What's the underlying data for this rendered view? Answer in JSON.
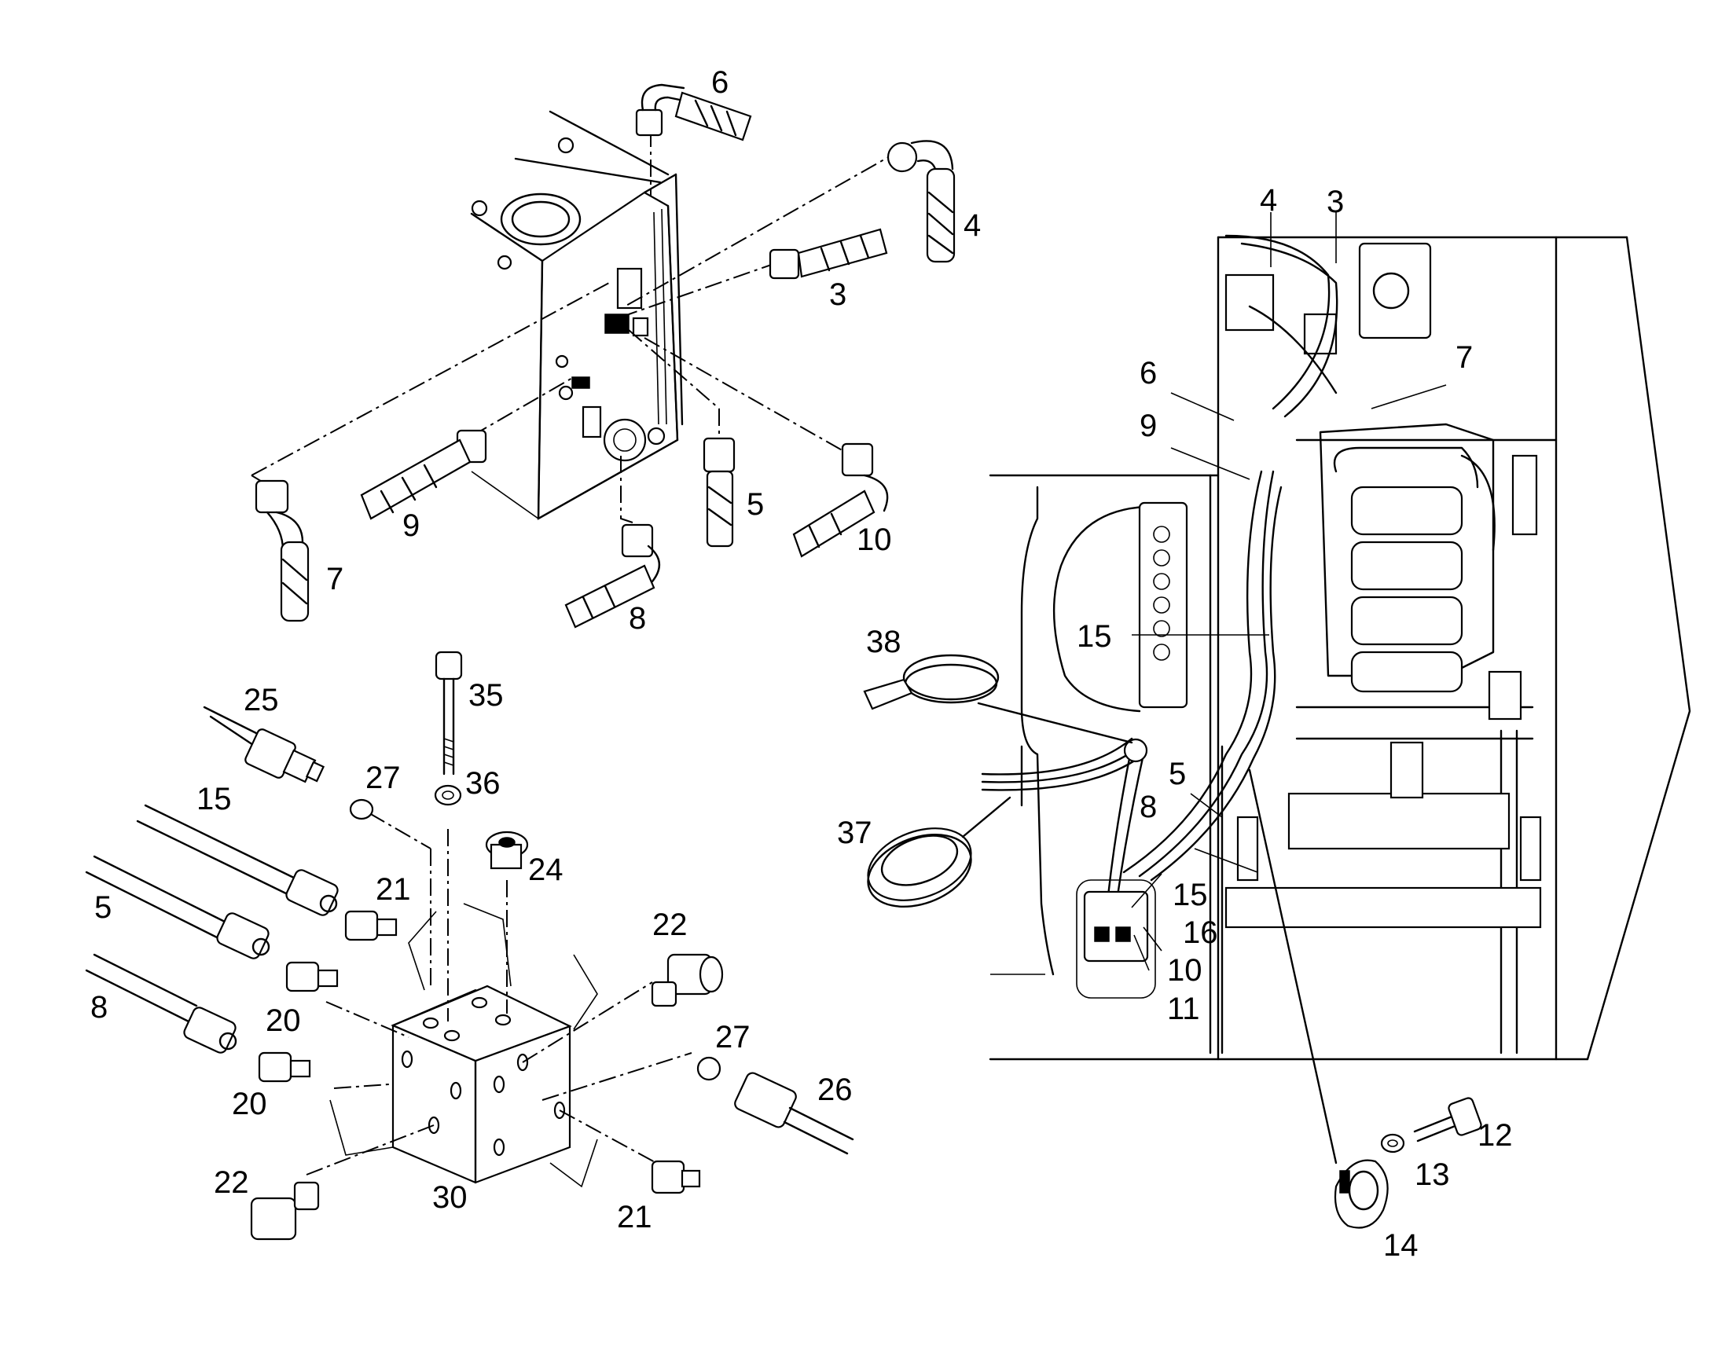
{
  "diagram": {
    "callouts": [
      {
        "id": "c6a",
        "text": "6"
      },
      {
        "id": "c4a",
        "text": "4"
      },
      {
        "id": "c3a",
        "text": "3"
      },
      {
        "id": "c9a",
        "text": "9"
      },
      {
        "id": "c5a",
        "text": "5"
      },
      {
        "id": "c10a",
        "text": "10"
      },
      {
        "id": "c7a",
        "text": "7"
      },
      {
        "id": "c8a",
        "text": "8"
      },
      {
        "id": "c35",
        "text": "35"
      },
      {
        "id": "c25",
        "text": "25"
      },
      {
        "id": "c27a",
        "text": "27"
      },
      {
        "id": "c36",
        "text": "36"
      },
      {
        "id": "c15a",
        "text": "15"
      },
      {
        "id": "c24",
        "text": "24"
      },
      {
        "id": "c21a",
        "text": "21"
      },
      {
        "id": "c5b",
        "text": "5"
      },
      {
        "id": "c22a",
        "text": "22"
      },
      {
        "id": "c8b",
        "text": "8"
      },
      {
        "id": "c20a",
        "text": "20"
      },
      {
        "id": "c27b",
        "text": "27"
      },
      {
        "id": "c20b",
        "text": "20"
      },
      {
        "id": "c26",
        "text": "26"
      },
      {
        "id": "c22b",
        "text": "22"
      },
      {
        "id": "c30",
        "text": "30"
      },
      {
        "id": "c21b",
        "text": "21"
      },
      {
        "id": "c4b",
        "text": "4"
      },
      {
        "id": "c3b",
        "text": "3"
      },
      {
        "id": "c6b",
        "text": "6"
      },
      {
        "id": "c7b",
        "text": "7"
      },
      {
        "id": "c9b",
        "text": "9"
      },
      {
        "id": "c38",
        "text": "38"
      },
      {
        "id": "c15b",
        "text": "15"
      },
      {
        "id": "c5c",
        "text": "5"
      },
      {
        "id": "c8c",
        "text": "8"
      },
      {
        "id": "c37",
        "text": "37"
      },
      {
        "id": "c15c",
        "text": "15"
      },
      {
        "id": "c16",
        "text": "16"
      },
      {
        "id": "c10b",
        "text": "10"
      },
      {
        "id": "c11",
        "text": "11"
      },
      {
        "id": "c12",
        "text": "12"
      },
      {
        "id": "c13",
        "text": "13"
      },
      {
        "id": "c14",
        "text": "14"
      }
    ]
  }
}
